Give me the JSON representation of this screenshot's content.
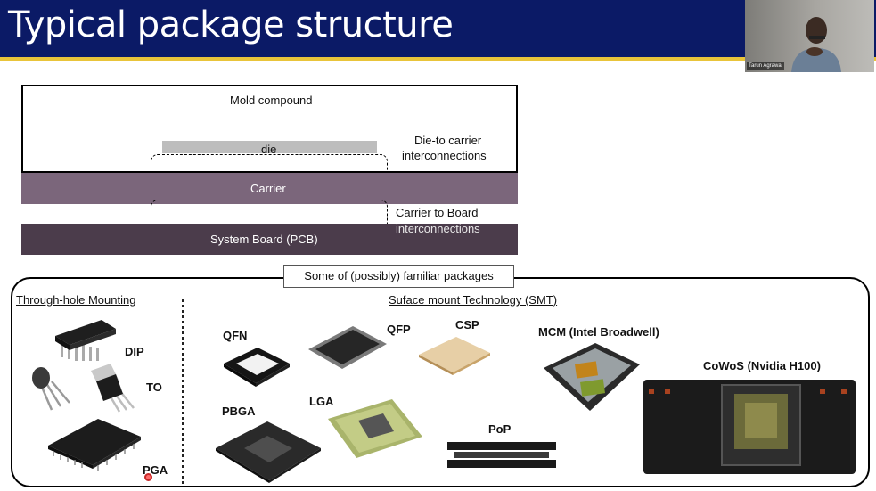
{
  "slide": {
    "title": "Typical package structure"
  },
  "webcam": {
    "participant_name": "Tarun Agrawal"
  },
  "diagram": {
    "mold_compound": "Mold compound",
    "die": "die",
    "die_to_carrier_line1": "Die-to carrier",
    "die_to_carrier_line2": "interconnections",
    "carrier": "Carrier",
    "carrier_to_board_line1": "Carrier to Board",
    "carrier_to_board_line2": "interconnections",
    "system_board": "System Board (PCB)"
  },
  "packages": {
    "callout": "Some of (possibly) familiar packages",
    "through_hole_heading": "Through-hole Mounting",
    "smt_heading": "Suface mount Technology (SMT)",
    "through_hole": [
      {
        "label": "DIP",
        "icon": "dip-chip-icon"
      },
      {
        "label": "TO",
        "icon": "to-transistor-icon"
      },
      {
        "label": "PGA",
        "icon": "pga-chip-icon"
      }
    ],
    "smt": [
      {
        "label": "QFN",
        "icon": "qfn-chip-icon"
      },
      {
        "label": "QFP",
        "icon": "qfp-chip-icon"
      },
      {
        "label": "CSP",
        "icon": "csp-chip-icon"
      },
      {
        "label": "MCM (Intel Broadwell)",
        "icon": "mcm-chip-icon"
      },
      {
        "label": "CoWoS (Nvidia H100)",
        "icon": "cowos-board-icon"
      },
      {
        "label": "PBGA",
        "icon": "pbga-chip-icon"
      },
      {
        "label": "LGA",
        "icon": "lga-chip-icon"
      },
      {
        "label": "PoP",
        "icon": "pop-stack-icon"
      }
    ]
  },
  "colors": {
    "title_bar": "#0b1a66",
    "gold_rule": "#e9c43a",
    "carrier": "#7b667b",
    "pcb": "#4b3c4b",
    "die": "#bdbdbd"
  }
}
